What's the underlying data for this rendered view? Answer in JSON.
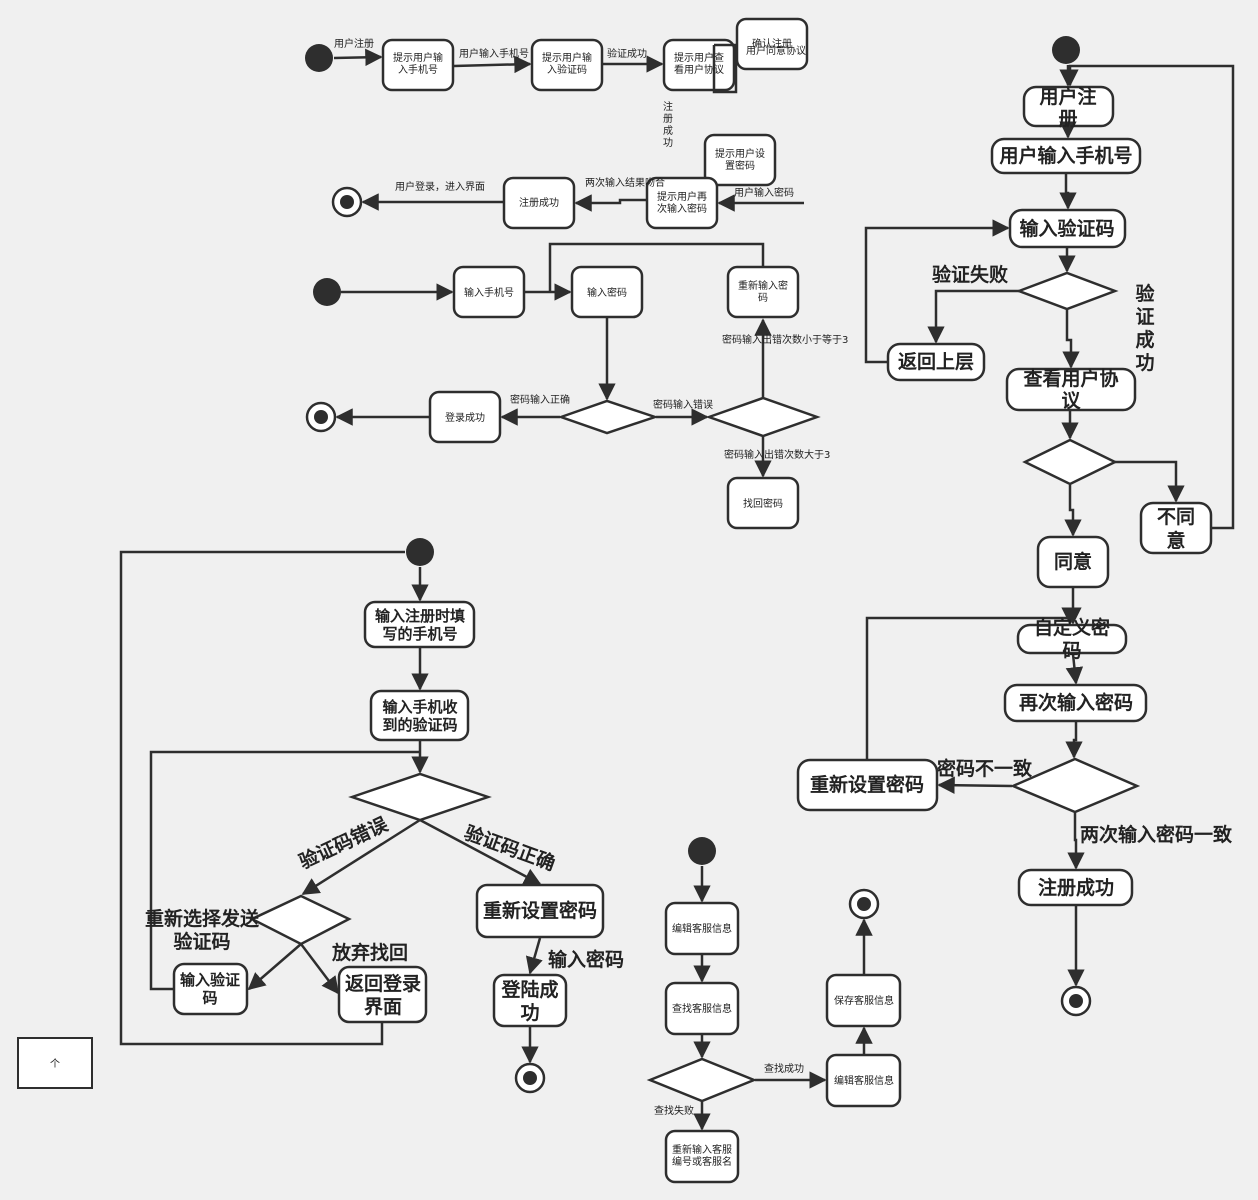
{
  "registration_flow": {
    "start": "",
    "e_user_register": "用户注册",
    "n_prompt_phone": "提示用户输入手机号",
    "e_input_phone": "用户输入手机号",
    "n_prompt_code": "提示用户输入验证码",
    "e_verify_ok": "验证成功",
    "n_view_agreement": "提示用户查看用户协议",
    "n_confirm_register": "确认注册",
    "n_agree_agreement": "用户同意协议",
    "e_register_success": "注册成功",
    "n_set_password": "提示用户设置密码",
    "e_input_password": "用户输入密码",
    "n_reenter_password": "提示用户再次输入密码",
    "e_match": "两次输入结果吻合",
    "n_register_done": "注册成功",
    "e_login_enter": "用户登录，进入界面"
  },
  "login_flow": {
    "n_input_phone": "输入手机号",
    "n_input_password": "输入密码",
    "n_reinput_password": "重新输入密码",
    "e_retry_le3": "密码输入出错次数小于等于3",
    "e_pw_correct": "密码输入正确",
    "e_pw_wrong": "密码输入错误",
    "n_login_success": "登录成功",
    "e_retry_gt3": "密码输入出错次数大于3",
    "n_find_password": "找回密码"
  },
  "register_detail_flow": {
    "n_user_register": "用户注册",
    "n_user_input_phone": "用户输入手机号",
    "n_input_code": "输入验证码",
    "e_verify_fail": "验证失败",
    "e_verify_ok": "验证成功",
    "n_back": "返回上层",
    "n_view_agreement": "查看用户协议",
    "n_disagree": "不同意",
    "n_agree": "同意",
    "n_custom_password": "自定义密码",
    "n_reenter_password": "再次输入密码",
    "e_mismatch": "密码不一致",
    "n_reset_password": "重新设置密码",
    "e_match": "两次输入密码一致",
    "n_register_success": "注册成功"
  },
  "recovery_flow": {
    "n_input_registered_phone": "输入注册时填写的手机号",
    "n_input_received_code": "输入手机收到的验证码",
    "e_code_wrong": "验证码错误",
    "e_code_right": "验证码正确",
    "e_resend_code": "重新选择发送验证码",
    "n_input_code": "输入验证码",
    "e_give_up": "放弃找回",
    "n_back_login": "返回登录界面",
    "n_reset_password": "重新设置密码",
    "e_input_password": "输入密码",
    "n_login_success": "登陆成功"
  },
  "service_flow": {
    "n_edit_info": "编辑客服信息",
    "n_find_info": "查找客服信息",
    "e_find_ok": "查找成功",
    "e_find_fail": "查找失败",
    "n_reinput": "重新输入客服编号或客服名",
    "n_edit_info2": "编辑客服信息",
    "n_save_info": "保存客服信息"
  },
  "note": {
    "label": "个"
  }
}
